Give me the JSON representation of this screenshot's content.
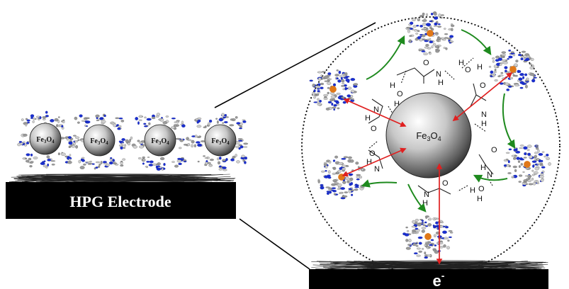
{
  "electrode": {
    "label": "HPG Electrode"
  },
  "nanoparticle": {
    "base": "Fe",
    "sub1": "3",
    "mid": "O",
    "sub2": "4"
  },
  "electron": {
    "base": "e",
    "sup": "-"
  },
  "amide": {
    "oxygen": "O",
    "nitrogen": "N",
    "hydrogen": "H"
  },
  "water": {
    "oxygen": "O",
    "hydrogen": "H"
  },
  "colors": {
    "electrode": "#000000",
    "sphere_light": "#ffffff",
    "sphere_dark": "#2a2a2a",
    "protein_grey": "#9a9a9a",
    "protein_blue": "#1a2fd0",
    "heme_orange": "#e07818",
    "arrow_red": "#e02020",
    "arrow_green": "#1e8a1e"
  }
}
